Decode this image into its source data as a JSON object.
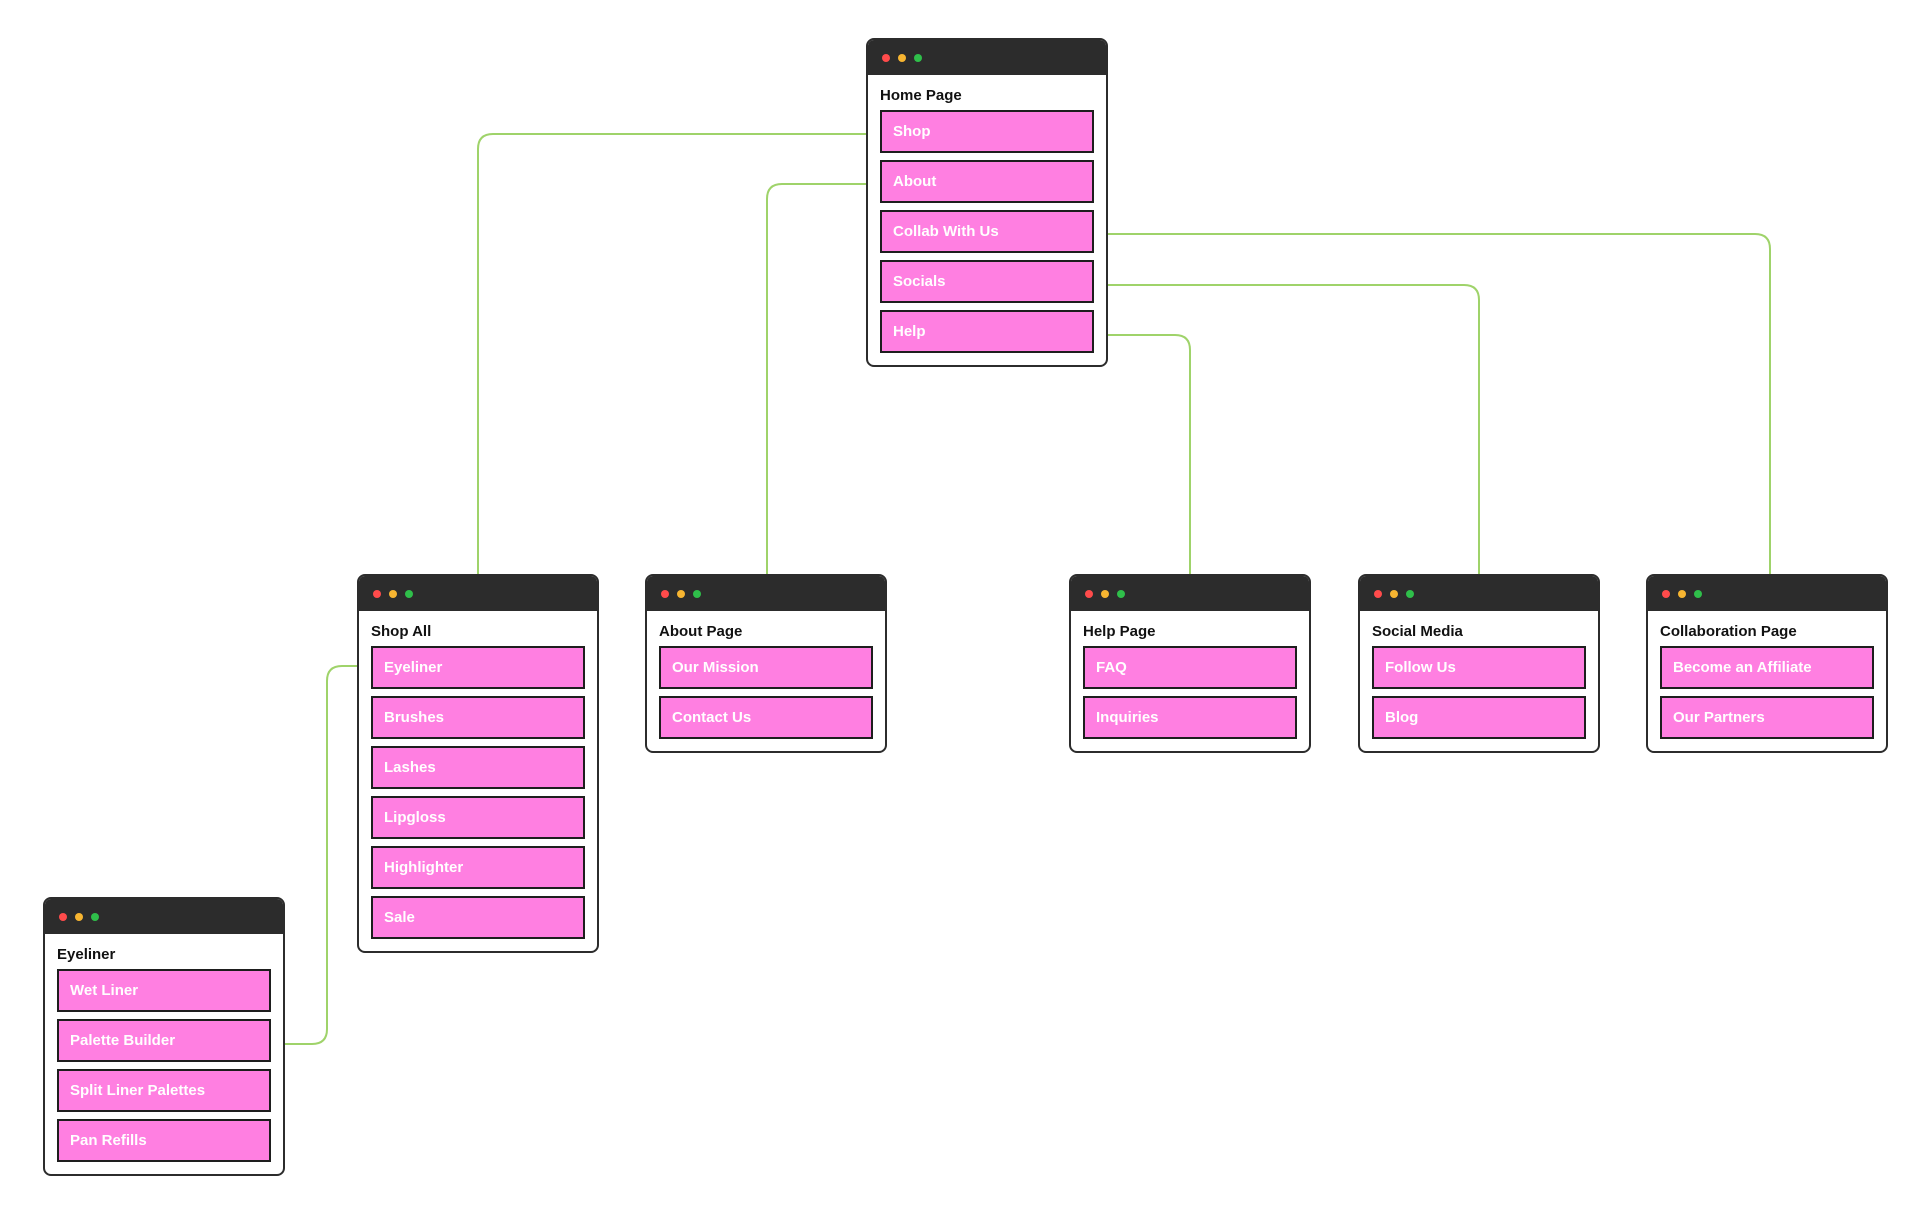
{
  "colors": {
    "card_header": "#2c2c2c",
    "item_fill": "#ff7fe1",
    "item_border": "#1e1e1e",
    "connector": "#9fd36a",
    "dot_red": "#ff4b4b",
    "dot_yellow": "#f7b531",
    "dot_green": "#2fbf4a"
  },
  "cards": {
    "home": {
      "title": "Home Page",
      "items": [
        "Shop",
        "About",
        "Collab With Us",
        "Socials",
        "Help"
      ]
    },
    "shop": {
      "title": "Shop All",
      "items": [
        "Eyeliner",
        "Brushes",
        "Lashes",
        "Lipgloss",
        "Highlighter",
        "Sale"
      ]
    },
    "about": {
      "title": "About Page",
      "items": [
        "Our Mission",
        "Contact Us"
      ]
    },
    "help": {
      "title": "Help Page",
      "items": [
        "FAQ",
        "Inquiries"
      ]
    },
    "social": {
      "title": "Social Media",
      "items": [
        "Follow Us",
        "Blog"
      ]
    },
    "collab": {
      "title": "Collaboration Page",
      "items": [
        "Become an Affiliate",
        "Our Partners"
      ]
    },
    "eyeliner": {
      "title": "Eyeliner",
      "items": [
        "Wet Liner",
        "Palette Builder",
        "Split Liner Palettes",
        "Pan Refills"
      ]
    }
  },
  "links": [
    {
      "from": "home",
      "item": 0,
      "to": "shop"
    },
    {
      "from": "home",
      "item": 1,
      "to": "about"
    },
    {
      "from": "home",
      "item": 2,
      "to": "collab"
    },
    {
      "from": "home",
      "item": 3,
      "to": "social"
    },
    {
      "from": "home",
      "item": 4,
      "to": "help"
    },
    {
      "from": "shop",
      "item": 0,
      "to": "eyeliner"
    }
  ]
}
